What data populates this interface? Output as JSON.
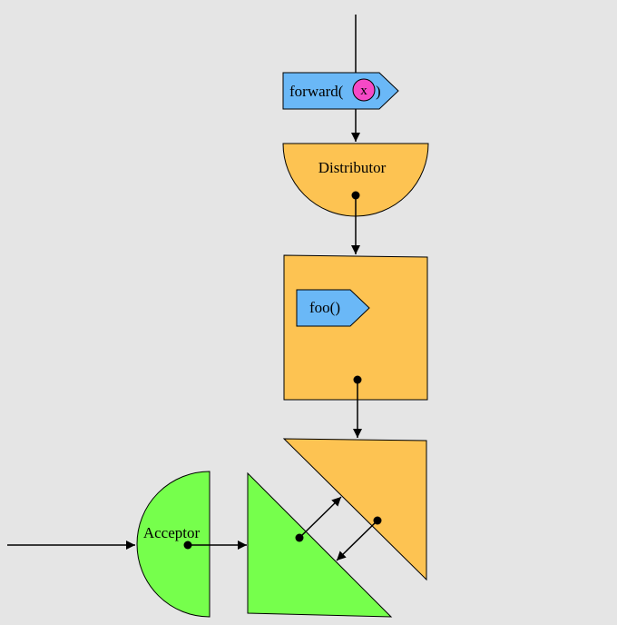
{
  "colors": {
    "background": "#e5e5e5",
    "orange": "#fdc352",
    "blue": "#6ab8f7",
    "green": "#76ff4c",
    "pink": "#f549c6",
    "stroke": "#000000"
  },
  "nodes": {
    "forward": {
      "label_prefix": "forward(",
      "param": "x",
      "label_suffix": ")"
    },
    "distributor": {
      "label": "Distributor"
    },
    "block": {
      "inner_label": "foo()"
    },
    "acceptor": {
      "label": "Acceptor"
    }
  }
}
